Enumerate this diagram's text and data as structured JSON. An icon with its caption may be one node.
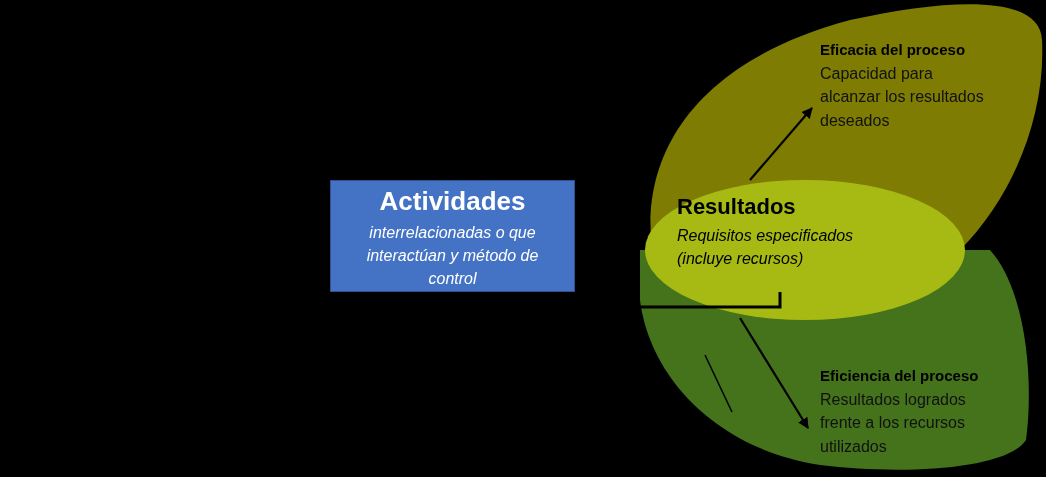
{
  "diagram": {
    "nodes": [
      {
        "text": [
          "Actividades",
          "interrelacionadas o que interactúan y método de control"
        ]
      },
      {
        "text": [
          "Eficacia del proceso",
          "Capacidad para alcanzar los resultados deseados"
        ]
      },
      {
        "text": [
          "Resultados",
          "Requisitos especificados (incluye recursos)"
        ]
      },
      {
        "text": [
          "Eficiencia del proceso",
          "Resultados logrados frente a los recursos utilizados"
        ]
      }
    ],
    "edges": [
      {
        "from": 0,
        "to": 2,
        "arrow": "to"
      },
      {
        "from": 2,
        "to": 1,
        "arrow": "to"
      },
      {
        "from": 2,
        "to": 3,
        "arrow": "to"
      }
    ]
  }
}
